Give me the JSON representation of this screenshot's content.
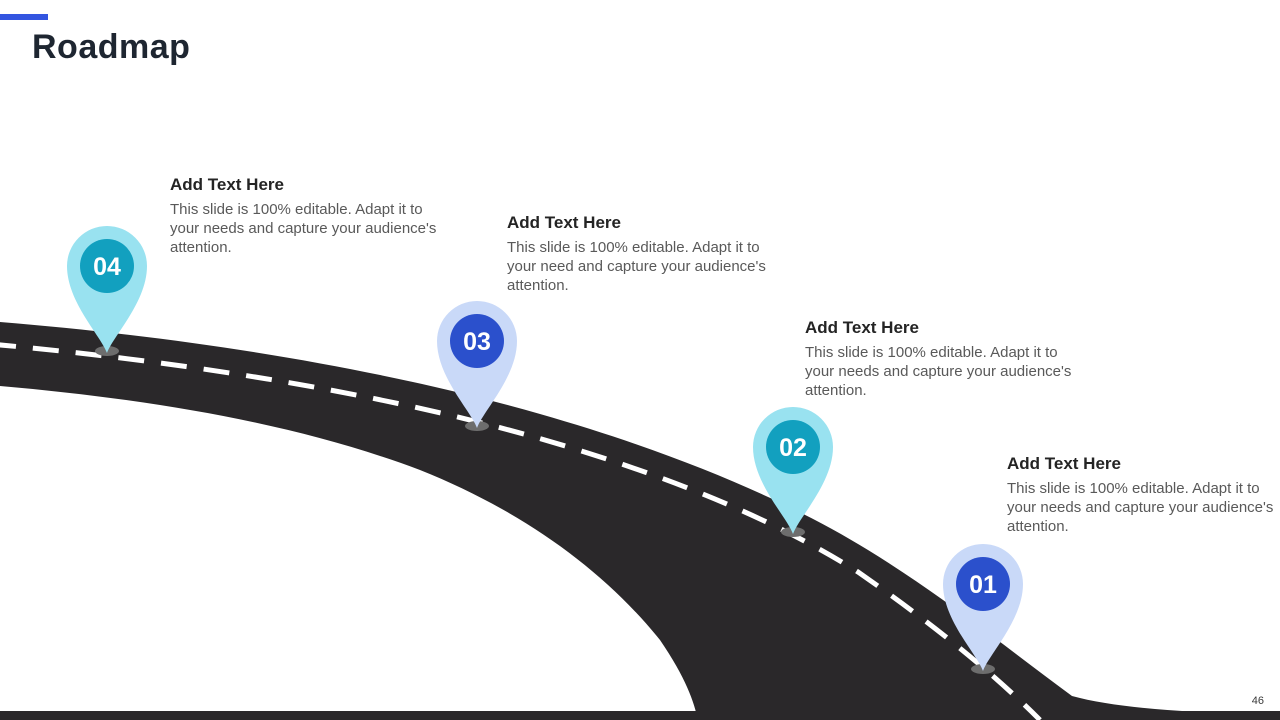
{
  "slide": {
    "title": "Roadmap",
    "page_number": "46"
  },
  "colors": {
    "accent_blue": "#3355e0",
    "road_dark": "#2a282a",
    "pin_teal": "#12a0bf",
    "pin_teal_light": "#99e2f0",
    "pin_blue": "#2b50cc",
    "pin_blue_light": "#c9d9f8",
    "heading_text": "#242424",
    "body_text": "#595959"
  },
  "milestones": [
    {
      "id": "04",
      "style": "teal",
      "heading": "Add Text Here",
      "body": "This slide is 100% editable. Adapt it to your needs and capture your audience's attention."
    },
    {
      "id": "03",
      "style": "blue",
      "heading": "Add Text Here",
      "body": "This slide is 100% editable. Adapt it to your need and capture your audience's attention."
    },
    {
      "id": "02",
      "style": "teal",
      "heading": "Add Text Here",
      "body": "This slide is 100% editable. Adapt it to your needs and capture your audience's attention."
    },
    {
      "id": "01",
      "style": "blue",
      "heading": "Add Text Here",
      "body": "This slide is 100% editable. Adapt it to your needs and capture your audience's attention."
    }
  ]
}
